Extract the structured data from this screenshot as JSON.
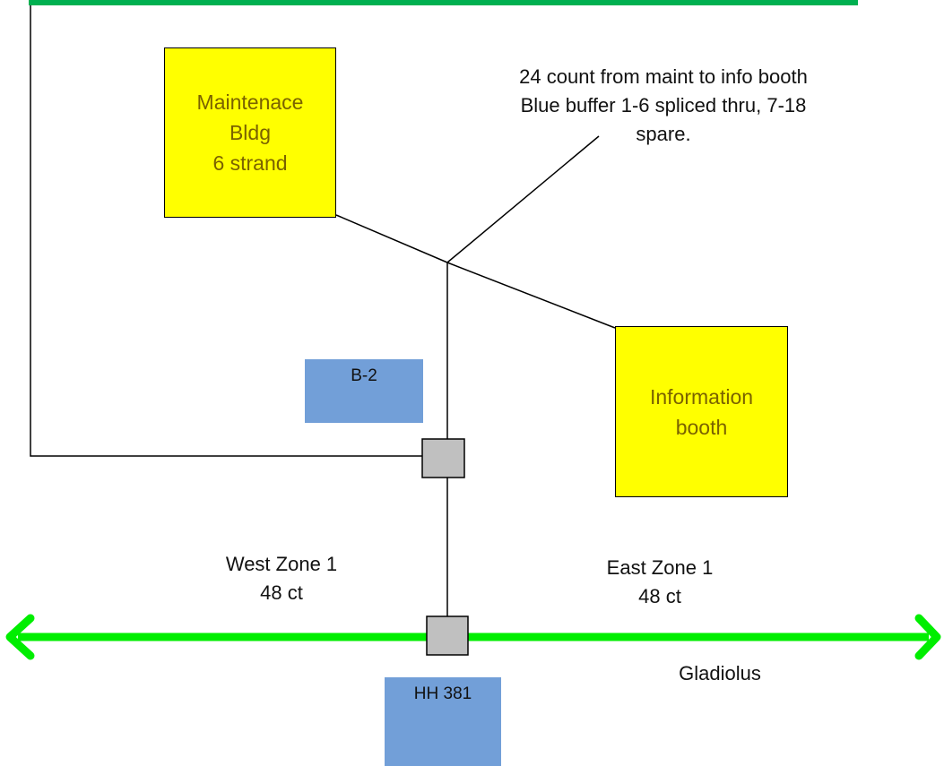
{
  "buildings": {
    "maintenance": {
      "line1": "Maintenace",
      "line2": "Bldg",
      "line3": "6 strand"
    },
    "information": {
      "line1": "Information",
      "line2": "booth"
    }
  },
  "labels": {
    "b2": "B-2",
    "hh381": "HH 381",
    "cable_note": {
      "line1": "24 count from maint to info booth",
      "line2": "Blue buffer 1-6 spliced thru, 7-18",
      "line3": "spare."
    },
    "west_zone": {
      "line1": "West Zone 1",
      "line2": "48 ct"
    },
    "east_zone": {
      "line1": "East Zone 1",
      "line2": "48 ct"
    },
    "street": "Gladiolus"
  },
  "colors": {
    "building_fill": "#ffff00",
    "building_text": "#7a6200",
    "label_box_fill": "#729fd8",
    "splice_fill": "#c0c0c0",
    "mainline": "#00ee00",
    "top_border": "#00b050"
  }
}
